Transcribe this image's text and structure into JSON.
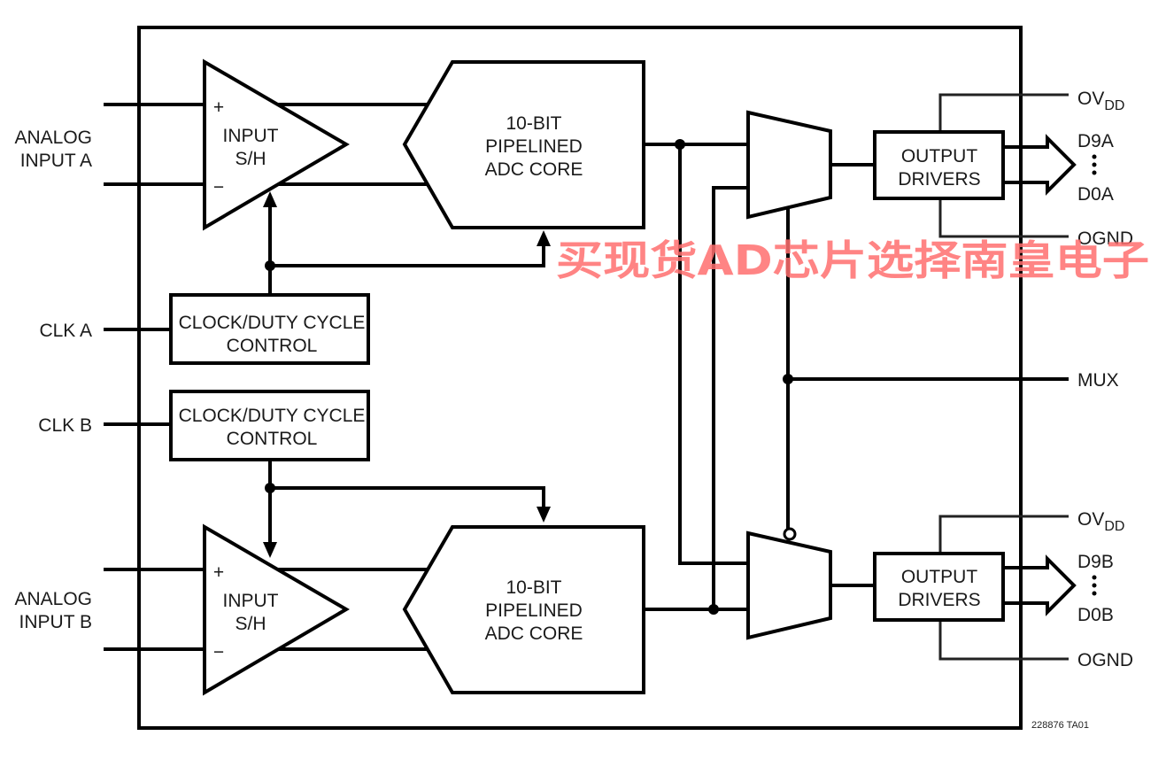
{
  "labels": {
    "analog_input_a": [
      "ANALOG",
      "INPUT A"
    ],
    "analog_input_b": [
      "ANALOG",
      "INPUT B"
    ],
    "clk_a": "CLK A",
    "clk_b": "CLK B",
    "mux": "MUX",
    "plus": "+",
    "minus": "−"
  },
  "blocks": {
    "input_sh": [
      "INPUT",
      "S/H"
    ],
    "adc_core": [
      "10-BIT",
      "PIPELINED",
      "ADC CORE"
    ],
    "clock_control": [
      "CLOCK/DUTY CYCLE",
      "CONTROL"
    ],
    "output_drivers": [
      "OUTPUT",
      "DRIVERS"
    ]
  },
  "outputs": {
    "a": {
      "ovdd": "OV",
      "ovdd_sub": "DD",
      "msb": "D9A",
      "lsb": "D0A",
      "ognd": "OGND"
    },
    "b": {
      "ovdd": "OV",
      "ovdd_sub": "DD",
      "msb": "D9B",
      "lsb": "D0B",
      "ognd": "OGND"
    }
  },
  "figure_code": "228876 TA01",
  "watermark": "买现货AD芯片选择南皇电子"
}
